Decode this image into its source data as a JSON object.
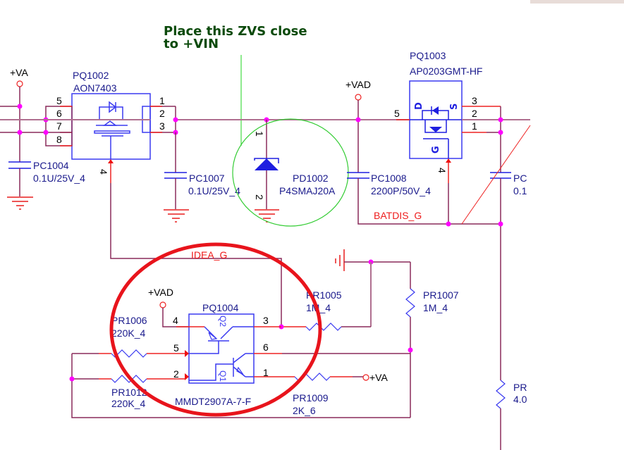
{
  "note": {
    "line1": "Place this ZVS close",
    "line2": " to +VIN"
  },
  "power_ports": {
    "va_top": "+VA",
    "vad_top": "+VAD",
    "vad_mid": "+VAD",
    "va_bottom": "+VA"
  },
  "net_labels": {
    "batdis": "BATDIS_G",
    "idea": "IDEA_G"
  },
  "components": {
    "pq1002": {
      "ref": "PQ1002",
      "value": "AON7403",
      "pins": [
        "5",
        "6",
        "7",
        "8",
        "1",
        "2",
        "3",
        "4"
      ]
    },
    "pq1003": {
      "ref": "PQ1003",
      "value": "AP0203GMT-HF",
      "pins": [
        "5",
        "3",
        "2",
        "1",
        "4"
      ],
      "labels": [
        "D",
        "S",
        "G"
      ]
    },
    "pq1004": {
      "ref": "PQ1004",
      "value": "MMDT2907A-7-F",
      "pins": [
        "4",
        "3",
        "5",
        "6",
        "2",
        "1"
      ],
      "units": [
        "Q2",
        "Q1"
      ]
    },
    "pd1002": {
      "ref": "PD1002",
      "value": "P4SMAJ20A",
      "pins": [
        "1",
        "2"
      ]
    },
    "pc1004": {
      "ref": "PC1004",
      "value": "0.1U/25V_4"
    },
    "pc1007": {
      "ref": "PC1007",
      "value": "0.1U/25V_4"
    },
    "pc1008": {
      "ref": "PC1008",
      "value": "2200P/50V_4"
    },
    "pc_right": {
      "ref": "PC",
      "value": "0.1"
    },
    "pr1005": {
      "ref": "PR1005",
      "value": "1M_4"
    },
    "pr1006": {
      "ref": "PR1006",
      "value": "220K_4"
    },
    "pr1007": {
      "ref": "PR1007",
      "value": "1M_4"
    },
    "pr1009": {
      "ref": "PR1009",
      "value": "2K_6"
    },
    "pr1012": {
      "ref": "PR1012",
      "value": "220K_4"
    },
    "pr_right": {
      "ref": "PR",
      "value": "4.0"
    }
  },
  "colors": {
    "wire": "#8a2a5a",
    "pin_stub": "#ee2222",
    "component": "#3a3af0",
    "junction": "#ff00ff",
    "note_text": "#0b4a0b",
    "annotation_circle_red": "#e8141c",
    "annotation_circle_green": "#33cc33"
  }
}
